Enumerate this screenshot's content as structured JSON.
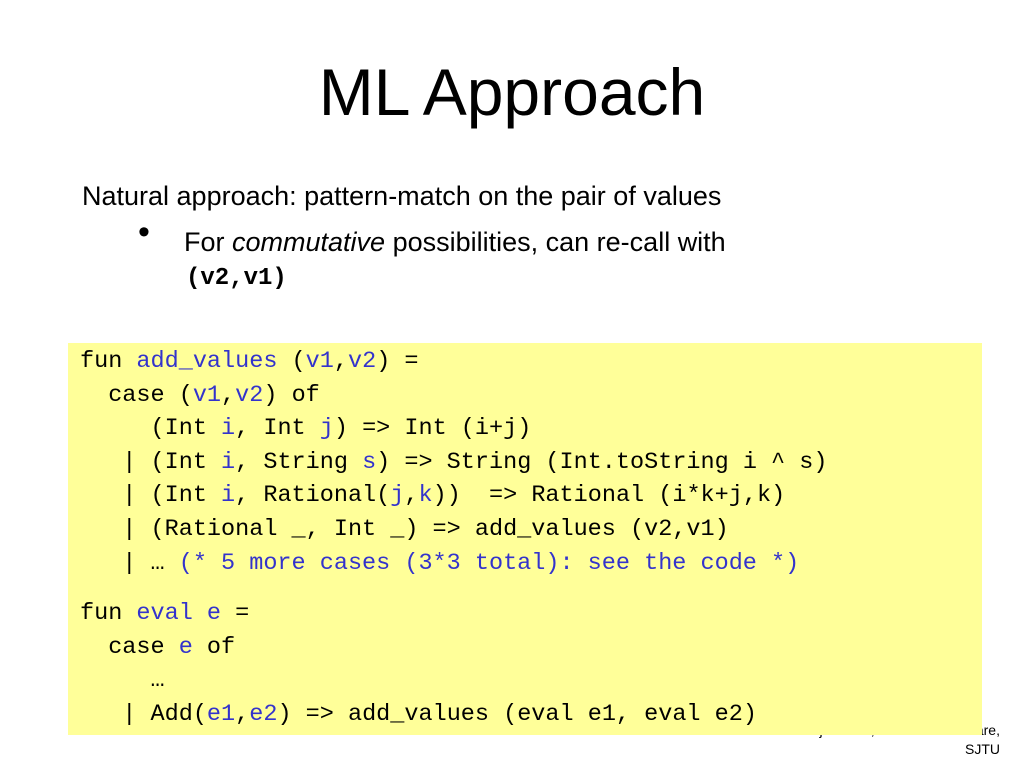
{
  "slide": {
    "title": "ML Approach",
    "line1": "Natural approach: pattern-match on the pair of values",
    "bullet": "•",
    "line2_a": "For ",
    "line2_italic": "commutative",
    "line2_b": " possibilities, can re-call with",
    "line3": "(v2,v1)"
  },
  "footer": {
    "line1": "Xiaojuan Cai, School of Software,",
    "line2": "SJTU"
  },
  "code": {
    "block1": [
      [
        [
          "k",
          "fun "
        ],
        [
          "v",
          "add_values"
        ],
        [
          "k",
          " ("
        ],
        [
          "v",
          "v1"
        ],
        [
          "k",
          ","
        ],
        [
          "v",
          "v2"
        ],
        [
          "k",
          ") ="
        ]
      ],
      [
        [
          "k",
          "  case ("
        ],
        [
          "v",
          "v1"
        ],
        [
          "k",
          ","
        ],
        [
          "v",
          "v2"
        ],
        [
          "k",
          ") of"
        ]
      ],
      [
        [
          "k",
          "     (Int "
        ],
        [
          "v",
          "i"
        ],
        [
          "k",
          ", Int "
        ],
        [
          "v",
          "j"
        ],
        [
          "k",
          ") => Int (i+j)"
        ]
      ],
      [
        [
          "k",
          "   | (Int "
        ],
        [
          "v",
          "i"
        ],
        [
          "k",
          ", String "
        ],
        [
          "v",
          "s"
        ],
        [
          "k",
          ") => String (Int.toString i ^ s)"
        ]
      ],
      [
        [
          "k",
          "   | (Int "
        ],
        [
          "v",
          "i"
        ],
        [
          "k",
          ", Rational("
        ],
        [
          "v",
          "j"
        ],
        [
          "k",
          ","
        ],
        [
          "v",
          "k"
        ],
        [
          "k",
          "))  => Rational (i*k+j,k)"
        ]
      ],
      [
        [
          "k",
          "   | (Rational _, Int _) => add_values (v2,v1)"
        ]
      ],
      [
        [
          "k",
          "   | … "
        ],
        [
          "v",
          "(* 5 more cases (3*3 total): see the code *)"
        ]
      ]
    ],
    "block2": [
      [
        [
          "k",
          "fun "
        ],
        [
          "v",
          "eval e"
        ],
        [
          "k",
          " ="
        ]
      ],
      [
        [
          "k",
          "  case "
        ],
        [
          "v",
          "e"
        ],
        [
          "k",
          " of"
        ]
      ],
      [
        [
          "k",
          "     …"
        ]
      ],
      [
        [
          "k",
          "   | Add("
        ],
        [
          "v",
          "e1"
        ],
        [
          "k",
          ","
        ],
        [
          "v",
          "e2"
        ],
        [
          "k",
          ") => add_values (eval e1, eval e2)"
        ]
      ]
    ]
  }
}
